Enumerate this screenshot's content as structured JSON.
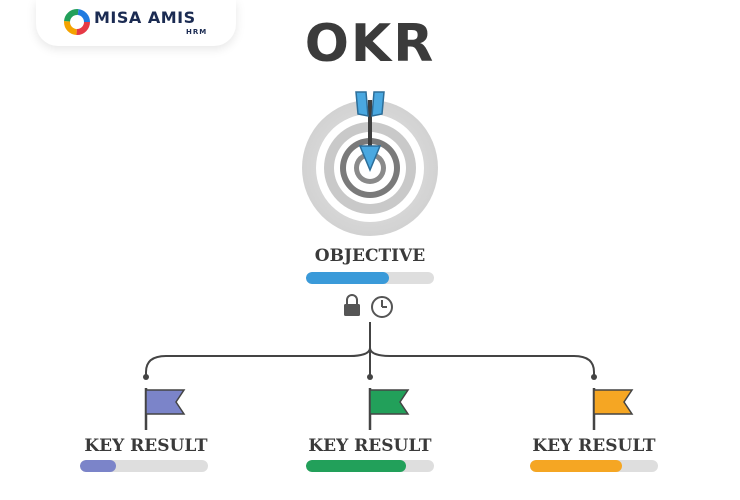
{
  "logo": {
    "brand": "MISA AMIS",
    "product": "HRM"
  },
  "title": "OKR",
  "objective": {
    "label": "OBJECTIVE",
    "progress": 0.65,
    "color": "#3a9ad9",
    "icons": [
      "lock-icon",
      "clock-icon"
    ]
  },
  "key_results": [
    {
      "label": "KEY RESULT",
      "progress": 0.28,
      "color": "#7b84c9"
    },
    {
      "label": "KEY RESULT",
      "progress": 0.78,
      "color": "#22a05a"
    },
    {
      "label": "KEY RESULT",
      "progress": 0.72,
      "color": "#f5a623"
    }
  ]
}
